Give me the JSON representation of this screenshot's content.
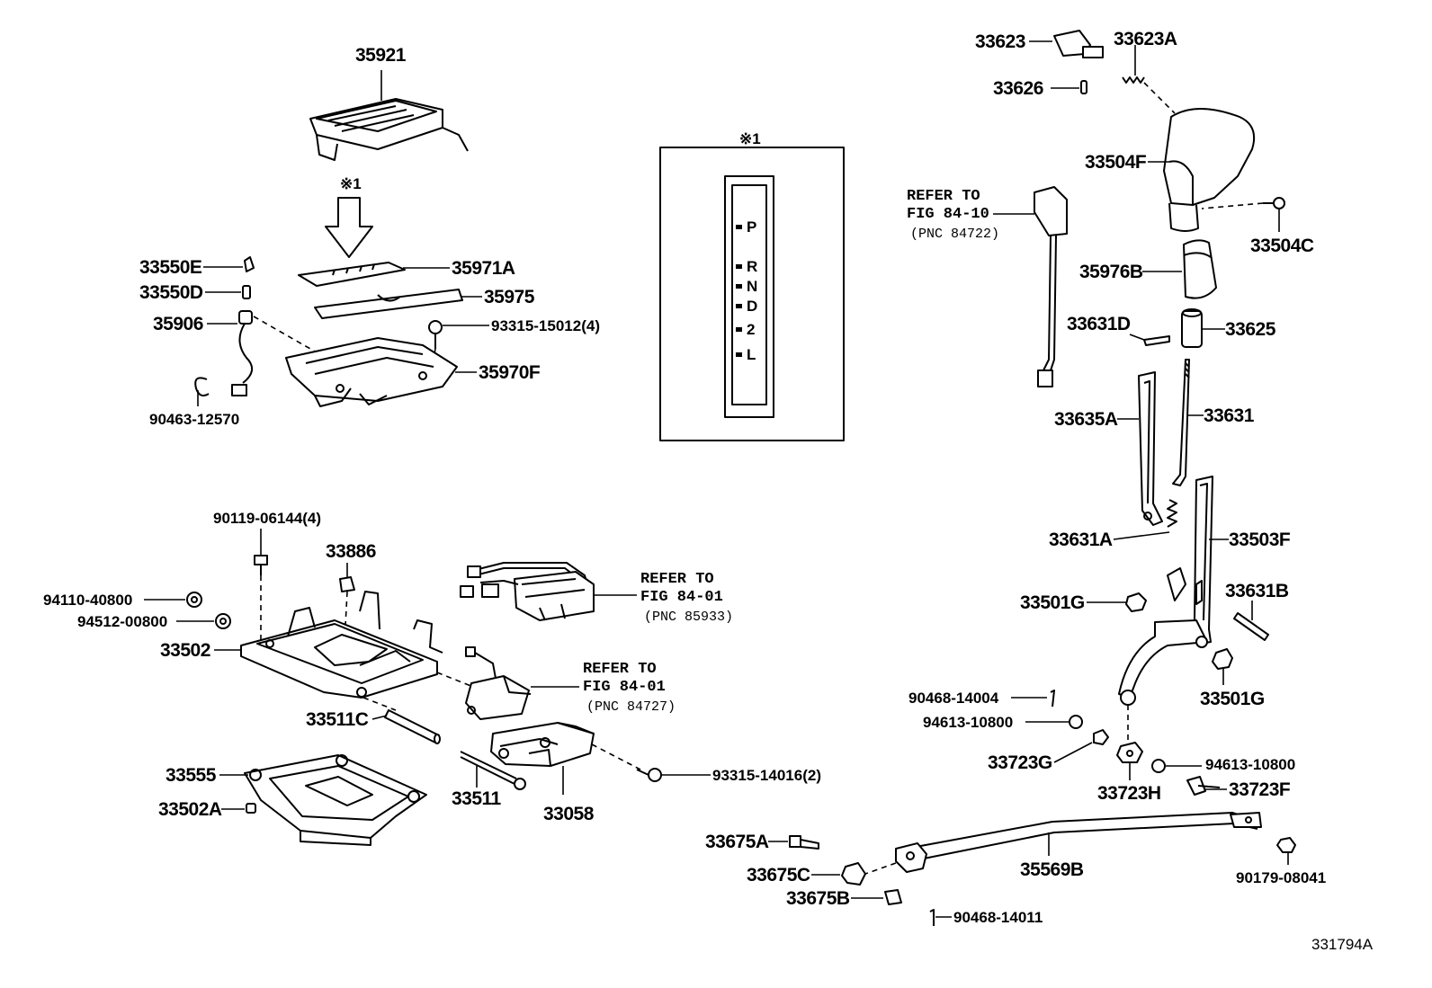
{
  "diagram": {
    "figure_code": "331794A",
    "note_mark": "※1",
    "gear_positions": [
      "P",
      "R",
      "N",
      "D",
      "2",
      "L"
    ],
    "labels": {
      "p35921": "35921",
      "p35971A": "35971A",
      "p35975": "35975",
      "p33550E": "33550E",
      "p33550D": "33550D",
      "p35906": "35906",
      "p93315_15012": "93315-15012(4)",
      "p35970F": "35970F",
      "p90463_12570": "90463-12570",
      "p90119_06144": "90119-06144(4)",
      "p33886": "33886",
      "p94110_40800": "94110-40800",
      "p94512_00800": "94512-00800",
      "p33502": "33502",
      "p33511C": "33511C",
      "p33555": "33555",
      "p33502A": "33502A",
      "p33511": "33511",
      "p33058": "33058",
      "p93315_14016": "93315-14016(2)",
      "p33623": "33623",
      "p33623A": "33623A",
      "p33626": "33626",
      "p33504F": "33504F",
      "p33504C": "33504C",
      "p35976B": "35976B",
      "p33631D": "33631D",
      "p33625": "33625",
      "p33635A": "33635A",
      "p33631": "33631",
      "p33631A": "33631A",
      "p33503F": "33503F",
      "p33501G_a": "33501G",
      "p33631B": "33631B",
      "p33501G_b": "33501G",
      "p90468_14004": "90468-14004",
      "p94613_10800_a": "94613-10800",
      "p33723G": "33723G",
      "p94613_10800_b": "94613-10800",
      "p33723H": "33723H",
      "p33723F": "33723F",
      "p33675A": "33675A",
      "p35569B": "35569B",
      "p33675C": "33675C",
      "p33675B": "33675B",
      "p90179_08041": "90179-08041",
      "p90468_14011": "90468-14011"
    },
    "references": {
      "ref_84_10": {
        "line1": "REFER TO",
        "line2": "FIG 84-10",
        "line3": "(PNC 84722)"
      },
      "ref_85933": {
        "line1": "REFER TO",
        "line2": "FIG 84-01",
        "line3": "(PNC 85933)"
      },
      "ref_84727": {
        "line1": "REFER TO",
        "line2": "FIG 84-01",
        "line3": "(PNC 84727)"
      }
    }
  }
}
